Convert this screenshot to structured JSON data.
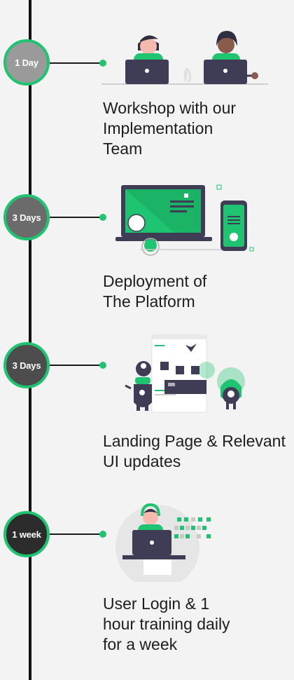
{
  "colors": {
    "accent": "#1fc470",
    "line": "#111111",
    "text": "#1d1d1d",
    "background": "#f4f3f3"
  },
  "steps": [
    {
      "duration": "1 Day",
      "title": "Workshop with our\nImplementation\nTeam",
      "badge_color": "#9a9a9a",
      "illustration": "workshop-people-laptops-icon"
    },
    {
      "duration": "3 Days",
      "title": "Deployment of\nThe Platform",
      "badge_color": "#6b6b6b",
      "illustration": "laptop-phone-deployment-icon"
    },
    {
      "duration": "3 Days",
      "title": "Landing Page & Relevant\nUI updates",
      "badge_color": "#4d4d4d",
      "illustration": "monsters-building-webpage-icon"
    },
    {
      "duration": "1 week",
      "title": "User Login & 1\nhour training daily\nfor a week",
      "badge_color": "#2c2c2c",
      "illustration": "user-training-headset-icon"
    }
  ]
}
